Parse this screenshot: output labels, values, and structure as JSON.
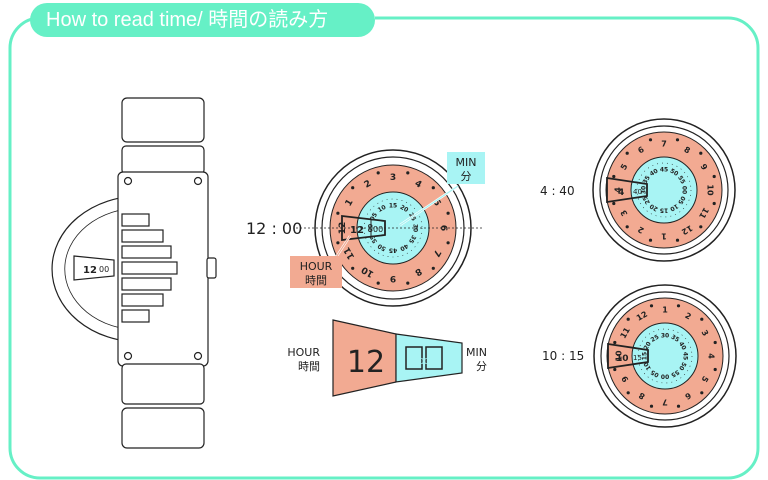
{
  "header": {
    "title": "How to read time/ 時間の読み方"
  },
  "colors": {
    "frame": "#66f0c6",
    "hour_ring": "#f2aa92",
    "minute_disc": "#a8f4f4",
    "outline": "#222222"
  },
  "example_main": {
    "time": "12 : 00",
    "hour_reading": "12",
    "minute_reading": "00",
    "min_label": "MIN",
    "min_label_jp": "分",
    "hour_label": "HOUR",
    "hour_label_jp": "時間"
  },
  "window_detail": {
    "hour_label": "HOUR",
    "hour_label_jp": "時間",
    "hour_value": "12",
    "minute_value": "00",
    "min_label": "MIN",
    "min_label_jp": "分"
  },
  "watch_side": {
    "hour_value": "12",
    "minute_value": "00"
  },
  "example_a": {
    "time": "4 : 40",
    "hour_value": "4",
    "minute_value": "40"
  },
  "example_b": {
    "time": "10 : 15",
    "hour_value": "10",
    "minute_value": "15"
  },
  "hour_numerals": [
    "1",
    "2",
    "3",
    "4",
    "5",
    "6",
    "7",
    "8",
    "9",
    "10",
    "11",
    "12"
  ],
  "minute_numerals": [
    "05",
    "10",
    "15",
    "20",
    "25",
    "30",
    "35",
    "40",
    "45",
    "50",
    "55",
    "00"
  ]
}
